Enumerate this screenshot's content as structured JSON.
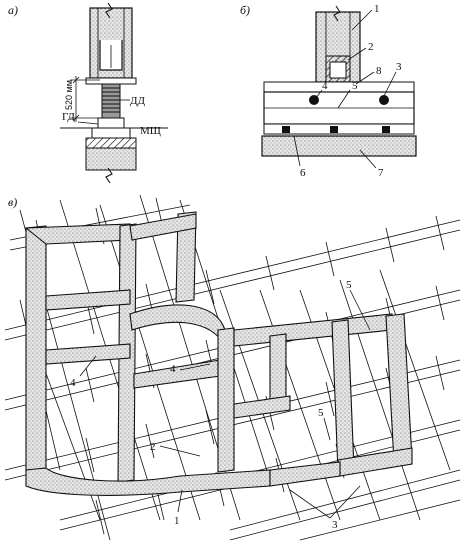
{
  "figure_a": {
    "label": "а)",
    "dim": "520 мм",
    "tag_dd": "ДД",
    "tag_gd": "ГД",
    "tag_mshch": "МЩ"
  },
  "figure_b": {
    "label": "б)",
    "callouts": [
      "1",
      "2",
      "8",
      "3",
      "4",
      "5",
      "6",
      "7"
    ]
  },
  "figure_v": {
    "label": "в)",
    "callouts": [
      "5",
      "4",
      "4",
      "2",
      "5",
      "1",
      "3"
    ]
  }
}
